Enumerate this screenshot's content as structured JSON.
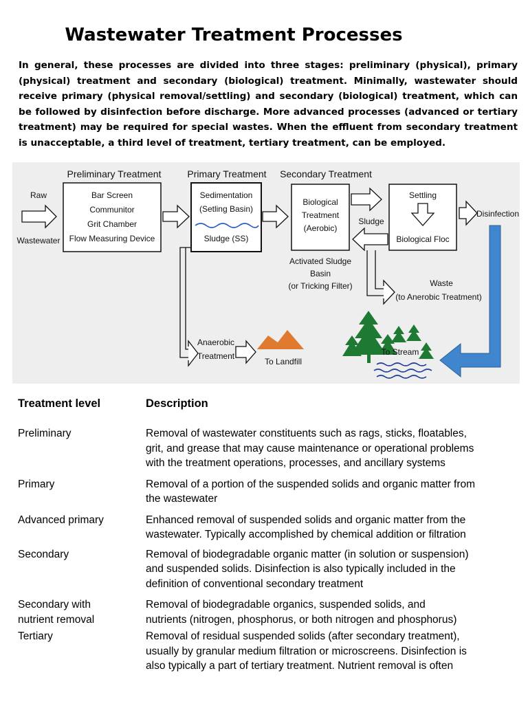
{
  "title": "Wastewater Treatment Processes",
  "intro": "In general, these processes are divided into three stages: preliminary (physical), primary (physical) treatment and secondary (biological) treatment. Minimally, wastewater should receive primary (physical removal/settling) and secondary (biological) treatment, which can be followed by disinfection before discharge. More advanced processes (advanced or tertiary treatment) may be required for special wastes. When the effluent from secondary treatment is unacceptable, a third level of treatment, tertiary treatment, can be employed.",
  "diagram": {
    "headers": {
      "preliminary": "Preliminary Treatment",
      "primary": "Primary Treatment",
      "secondary": "Secondary Treatment"
    },
    "raw": "Raw",
    "wastewater": "Wastewater",
    "prelim_items": [
      "Bar Screen",
      "Communitor",
      "Grit Chamber",
      "Flow Measuring Device"
    ],
    "sedimentation": "Sedimentation",
    "settling_basin": "(Setling Basin)",
    "sludge_ss": "Sludge (SS)",
    "biological": [
      "Biological",
      "Treatment",
      "(Aerobic)"
    ],
    "sludge": "Sludge",
    "settling": "Settling",
    "biological_floc": "Biological Floc",
    "disinfection": "Disinfection",
    "activated_sludge": [
      "Activated Sludge",
      "Basin",
      "(or Tricking Filter)"
    ],
    "waste": "Waste",
    "waste_note": "(to Anerobic Treatment)",
    "anaerobic": [
      "Anaerobic",
      "Treatment"
    ],
    "to_landfill": "To Landfill",
    "to_stream": "To Stream",
    "colors": {
      "arrow_blue": "#3f86cf",
      "landfill": "#e07a2e",
      "tree": "#1e7a33",
      "water": "#1f3f9a"
    }
  },
  "table": {
    "headers": {
      "level": "Treatment level",
      "description": "Description"
    },
    "rows": [
      {
        "level": [
          "Preliminary"
        ],
        "description": [
          "Removal of wastewater constituents such as rags, sticks, floatables,",
          "grit, and grease that may cause maintenance or operational problems",
          "with the treatment operations, processes, and ancillary systems"
        ]
      },
      {
        "level": [
          "Primary"
        ],
        "description": [
          "Removal of a portion of the suspended solids and organic matter from",
          "the wastewater"
        ]
      },
      {
        "level": [
          "Advanced primary"
        ],
        "description": [
          "Enhanced removal of suspended solids and organic matter from the",
          "wastewater. Typically accomplished by chemical addition or filtration"
        ]
      },
      {
        "level": [
          "Secondary"
        ],
        "description": [
          "Removal of biodegradable organic matter (in solution or suspension)",
          "and suspended solids. Disinfection is also typically included in the",
          "definition of conventional secondary treatment"
        ]
      },
      {
        "level": [
          "Secondary with",
          "nutrient removal"
        ],
        "description": [
          "Removal of biodegradable organics, suspended solids, and",
          "nutrients (nitrogen, phosphorus, or both nitrogen and phosphorus)"
        ]
      },
      {
        "level": [
          "Tertiary"
        ],
        "description": [
          "Removal of residual suspended solids (after secondary treatment),",
          "usually by granular medium filtration or microscreens. Disinfection is",
          "also typically a part of tertiary treatment. Nutrient removal is often"
        ]
      }
    ]
  }
}
